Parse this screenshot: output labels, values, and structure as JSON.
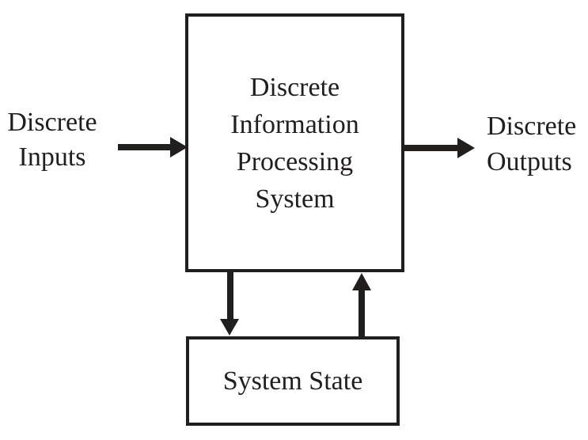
{
  "colors": {
    "ink": "#211e1e",
    "background": "#ffffff"
  },
  "diagram": {
    "main_box": {
      "lines": [
        "Discrete",
        "Information",
        "Processing",
        "System"
      ]
    },
    "state_box": {
      "label": "System State"
    },
    "input_label": {
      "lines": [
        "Discrete",
        "Inputs"
      ]
    },
    "output_label": {
      "lines": [
        "Discrete",
        "Outputs"
      ]
    },
    "connectors": [
      {
        "name": "input-arrow",
        "direction": "right",
        "from": "Discrete Inputs",
        "to": "Discrete Information Processing System"
      },
      {
        "name": "output-arrow",
        "direction": "right",
        "from": "Discrete Information Processing System",
        "to": "Discrete Outputs"
      },
      {
        "name": "state-down-arrow",
        "direction": "down",
        "from": "Discrete Information Processing System",
        "to": "System State"
      },
      {
        "name": "state-up-arrow",
        "direction": "up",
        "from": "System State",
        "to": "Discrete Information Processing System"
      }
    ]
  }
}
